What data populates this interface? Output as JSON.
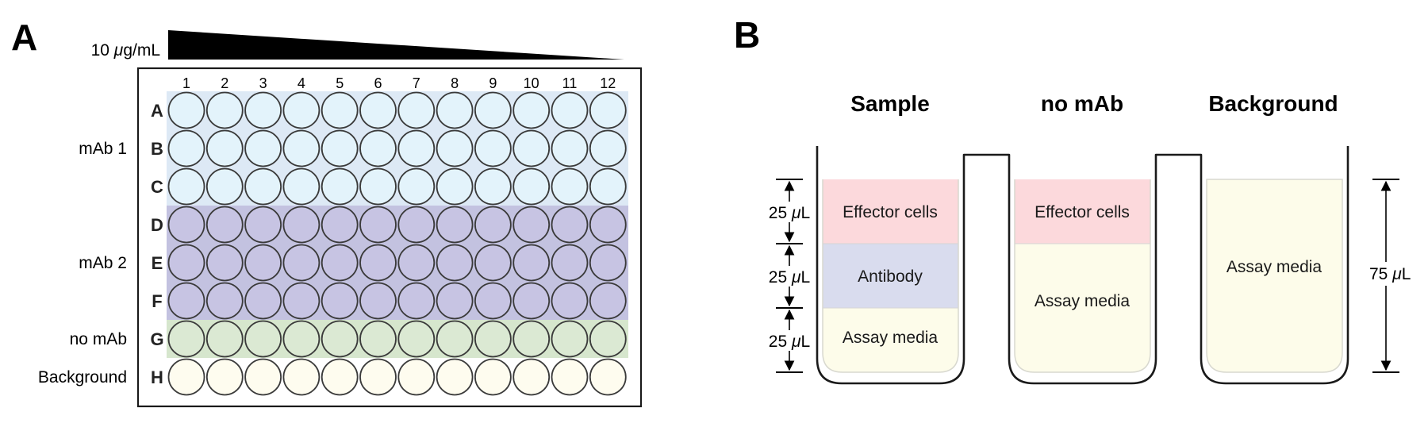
{
  "panel_a": {
    "label": "A",
    "concentration": {
      "prefix": "10 ",
      "mu": "μ",
      "suffix": "g/mL"
    },
    "columns": [
      "1",
      "2",
      "3",
      "4",
      "5",
      "6",
      "7",
      "8",
      "9",
      "10",
      "11",
      "12"
    ],
    "rows": [
      "A",
      "B",
      "C",
      "D",
      "E",
      "F",
      "G",
      "H"
    ],
    "row_groups": [
      {
        "label": "mAb 1",
        "rows": [
          "A",
          "B",
          "C"
        ],
        "band_color": "#dde9f5",
        "well_color": "#e3f3fb"
      },
      {
        "label": "mAb 2",
        "rows": [
          "D",
          "E",
          "F"
        ],
        "band_color": "#c3c2e0",
        "well_color": "#c7c4e3"
      },
      {
        "label": "no mAb",
        "rows": [
          "G"
        ],
        "band_color": "#d6e6cd",
        "well_color": "#dbe9d3"
      },
      {
        "label": "Background",
        "rows": [
          "H"
        ],
        "band_color": "#ffffff",
        "well_color": "#fefcef"
      }
    ]
  },
  "panel_b": {
    "label": "B",
    "wells": [
      {
        "title": "Sample",
        "layers": [
          {
            "label": "Effector cells",
            "color": "#fcd9dc"
          },
          {
            "label": "Antibody",
            "color": "#d9dcee"
          },
          {
            "label": "Assay media",
            "color": "#fdfcea"
          }
        ]
      },
      {
        "title": "no mAb",
        "layers": [
          {
            "label": "Effector cells",
            "color": "#fcd9dc"
          },
          {
            "label": "Assay media",
            "color": "#fdfcea"
          }
        ]
      },
      {
        "title": "Background",
        "layers": [
          {
            "label": "Assay media",
            "color": "#fdfcea"
          }
        ]
      }
    ],
    "left_volumes": [
      {
        "num": "25 ",
        "mu": "μ",
        "unit": "L"
      },
      {
        "num": "25 ",
        "mu": "μ",
        "unit": "L"
      },
      {
        "num": "25 ",
        "mu": "μ",
        "unit": "L"
      }
    ],
    "right_volume": {
      "num": "75 ",
      "mu": "μ",
      "unit": "L"
    }
  }
}
